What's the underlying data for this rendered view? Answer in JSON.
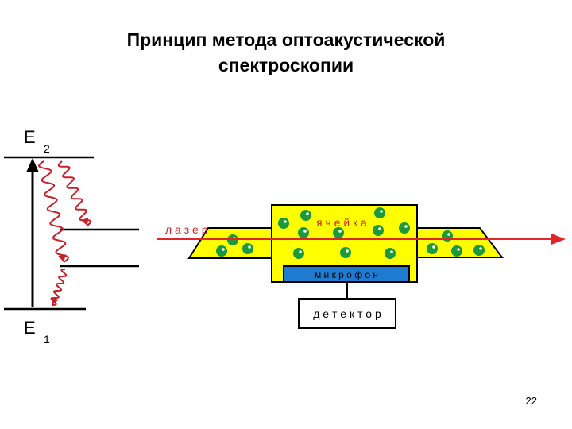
{
  "title": {
    "line1": "Принцип метода оптоакустической",
    "line2": "спектроскопии"
  },
  "levels": {
    "upper_letter": "E",
    "upper_sub": "2",
    "lower_letter": "E",
    "lower_sub": "1"
  },
  "labels": {
    "laser": "л а з е р",
    "cell": "я ч е й к а",
    "microphone": "м и к р о ф о н",
    "detector": "д е т е к т о р"
  },
  "colors": {
    "cell_fill": "#ffff00",
    "beam": "#e0252b",
    "molecule": "#1a9a3a",
    "microphone_fill": "#1f7bd0",
    "label_red": "#d4242a",
    "wavy": "#c8202a"
  },
  "page_number": "22"
}
